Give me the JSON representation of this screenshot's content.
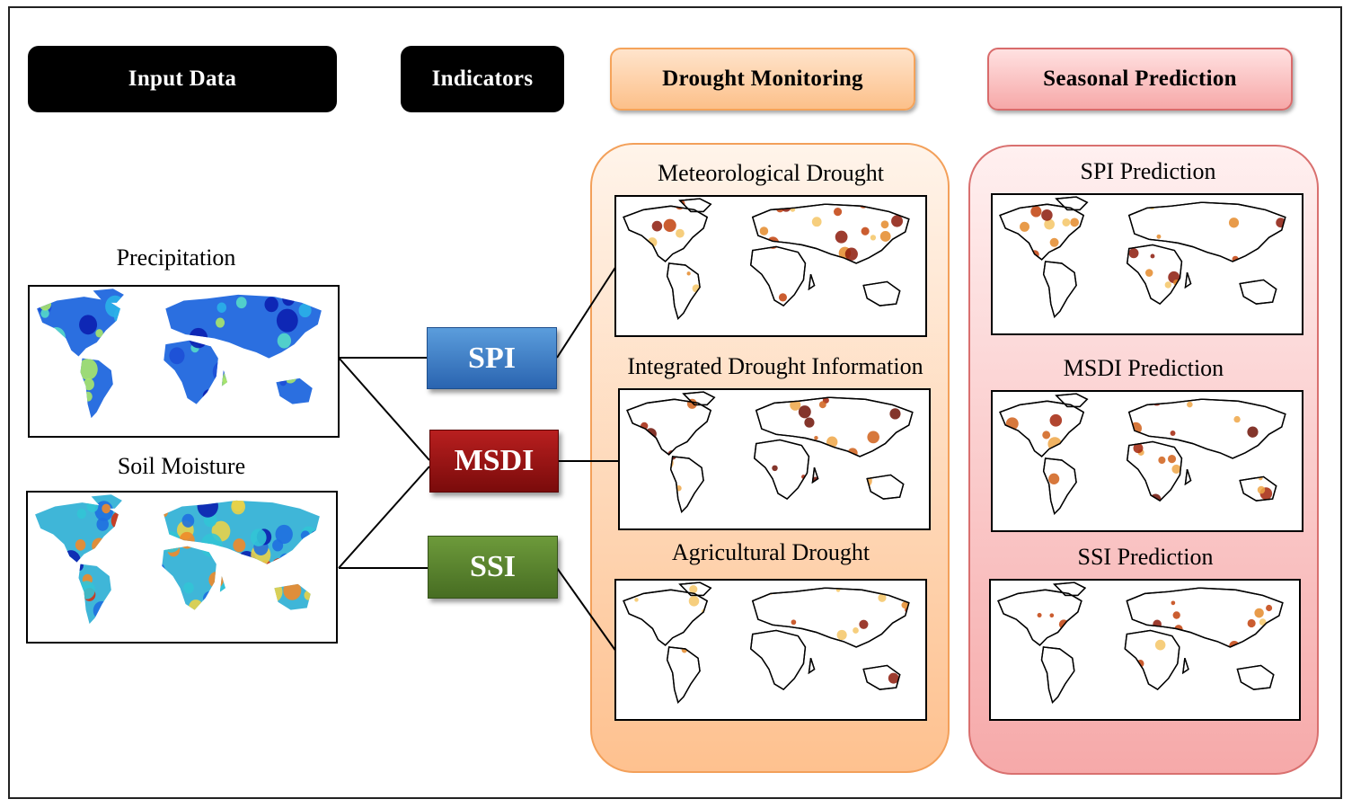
{
  "headers": {
    "input_data": "Input Data",
    "indicators": "Indicators",
    "drought_monitoring": "Drought Monitoring",
    "seasonal_prediction": "Seasonal Prediction"
  },
  "inputs": {
    "precipitation": "Precipitation",
    "soil_moisture": "Soil Moisture"
  },
  "indicators": {
    "spi": "SPI",
    "msdi": "MSDI",
    "ssi": "SSI"
  },
  "monitoring": {
    "meteorological": "Meteorological Drought",
    "integrated": "Integrated Drought Information",
    "agricultural": "Agricultural Drought"
  },
  "prediction": {
    "spi": "SPI Prediction",
    "msdi": "MSDI Prediction",
    "ssi": "SSI Prediction"
  },
  "colors": {
    "drought_panel": "#fec18f",
    "prediction_panel": "#f6a9a9",
    "spi_box": "#3b7cc4",
    "msdi_box": "#9a1414",
    "ssi_box": "#5a822d"
  }
}
